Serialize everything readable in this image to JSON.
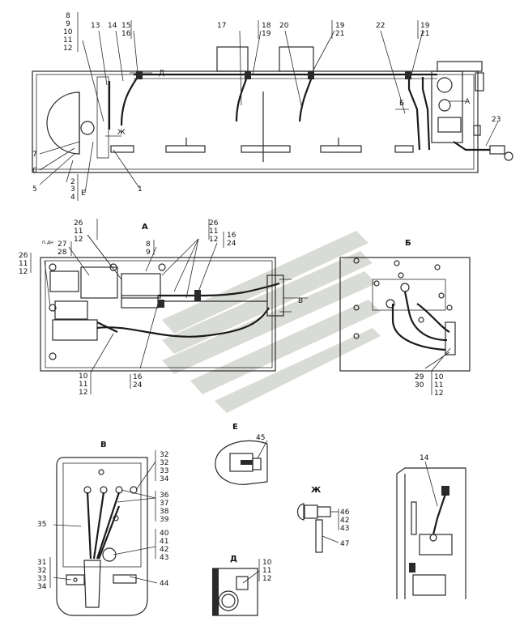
{
  "views": {
    "A": "А",
    "B": "Б",
    "V": "В",
    "E": "Е",
    "Zh": "Ж",
    "D": "Д"
  },
  "main": {
    "callouts_top": [
      "8",
      "9",
      "10",
      "11",
      "12",
      "13",
      "14",
      "15",
      "16",
      "17",
      "18",
      "19",
      "20",
      "19",
      "21",
      "22",
      "19",
      "21"
    ],
    "callouts_left": [
      "7",
      "6",
      "5",
      "2",
      "3",
      "4"
    ],
    "callout_E": "Е",
    "callout_1": "1",
    "callout_23": "23",
    "arrow_D": "Д",
    "arrow_Zh": "Ж",
    "arrow_B": "Б",
    "arrow_A": "А"
  },
  "viewA": {
    "title": "А",
    "label_pdn": "п.дн",
    "c26a": "26",
    "c11a": "11",
    "c12a": "12",
    "c27": "27",
    "c28": "28",
    "c8": "8",
    "c9": "9",
    "c26b": "26",
    "c11b": "11",
    "c12b": "12",
    "c16a": "16",
    "c24a": "24",
    "c26c": "26",
    "c11c": "11",
    "c12c": "12",
    "c10": "10",
    "c11d": "11",
    "c12d": "12",
    "c16b": "16",
    "c24b": "24",
    "arrow_V": "В"
  },
  "viewB": {
    "title": "Б",
    "c29": "29",
    "c30": "30",
    "c10": "10",
    "c11": "11",
    "c12": "12"
  },
  "viewV": {
    "title": "В",
    "c32a": "32",
    "c32b": "32",
    "c33a": "33",
    "c34a": "34",
    "c35": "35",
    "c36": "36",
    "c37": "37",
    "c38": "38",
    "c39": "39",
    "c40": "40",
    "c41": "41",
    "c42": "42",
    "c43": "43",
    "c31": "31",
    "c32c": "32",
    "c33b": "33",
    "c34b": "34",
    "c44": "44"
  },
  "viewE": {
    "title": "Е",
    "c45": "45"
  },
  "viewZh": {
    "title": "Ж",
    "c46": "46",
    "c42": "42",
    "c43": "43",
    "c47": "47"
  },
  "viewD": {
    "title": "Д",
    "c10": "10",
    "c11": "11",
    "c12": "12"
  },
  "detail14": {
    "c14": "14"
  }
}
